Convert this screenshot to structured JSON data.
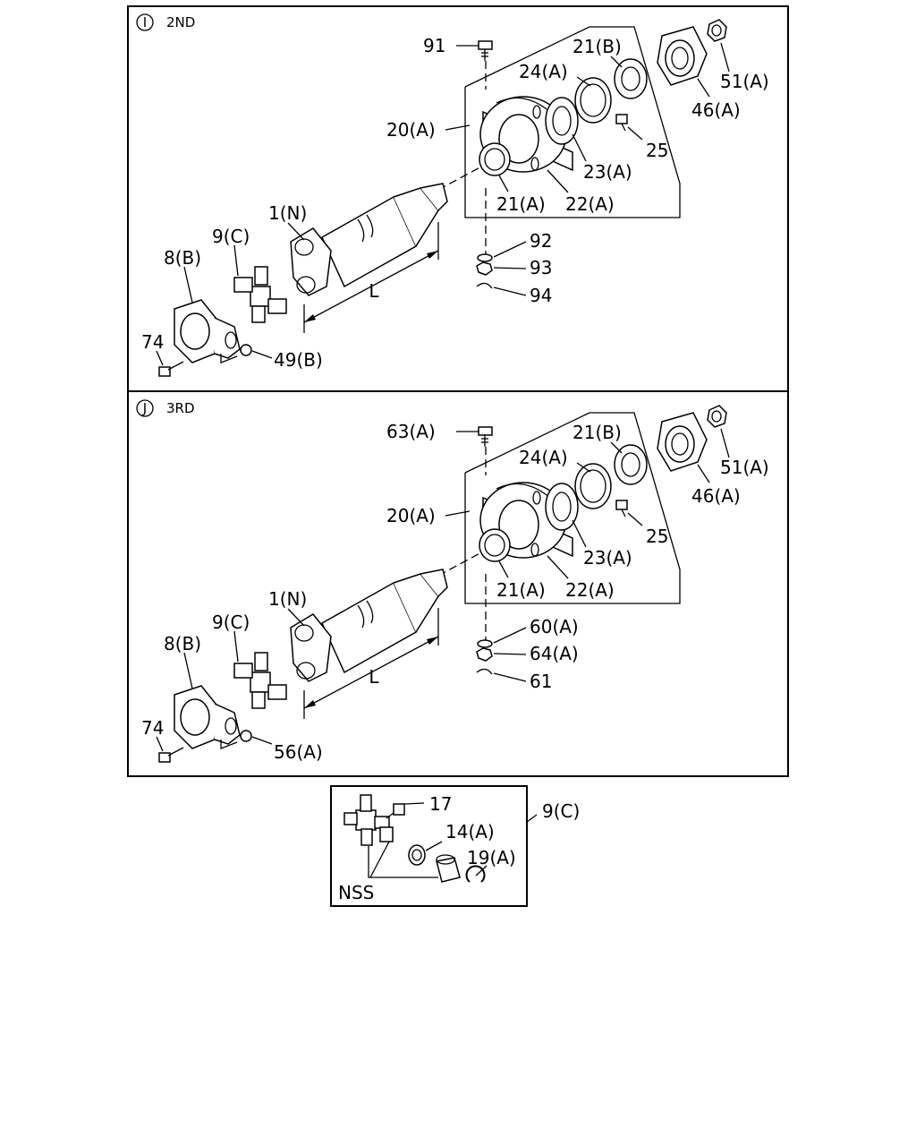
{
  "panels": [
    {
      "marker": "I",
      "title": "2ND",
      "dimension_label": "L",
      "callouts": [
        "91",
        "21(B)",
        "24(A)",
        "51(A)",
        "46(A)",
        "20(A)",
        "25",
        "23(A)",
        "21(A)",
        "22(A)",
        "1(N)",
        "9(C)",
        "8(B)",
        "92",
        "93",
        "94",
        "74",
        "49(B)"
      ]
    },
    {
      "marker": "J",
      "title": "3RD",
      "dimension_label": "L",
      "callouts": [
        "63(A)",
        "21(B)",
        "24(A)",
        "51(A)",
        "46(A)",
        "20(A)",
        "25",
        "23(A)",
        "21(A)",
        "22(A)",
        "1(N)",
        "9(C)",
        "8(B)",
        "60(A)",
        "64(A)",
        "61",
        "74",
        "56(A)"
      ]
    }
  ],
  "detail": {
    "title": "9(C)",
    "nss_label": "NSS",
    "callouts": [
      "17",
      "14(A)",
      "19(A)"
    ]
  }
}
